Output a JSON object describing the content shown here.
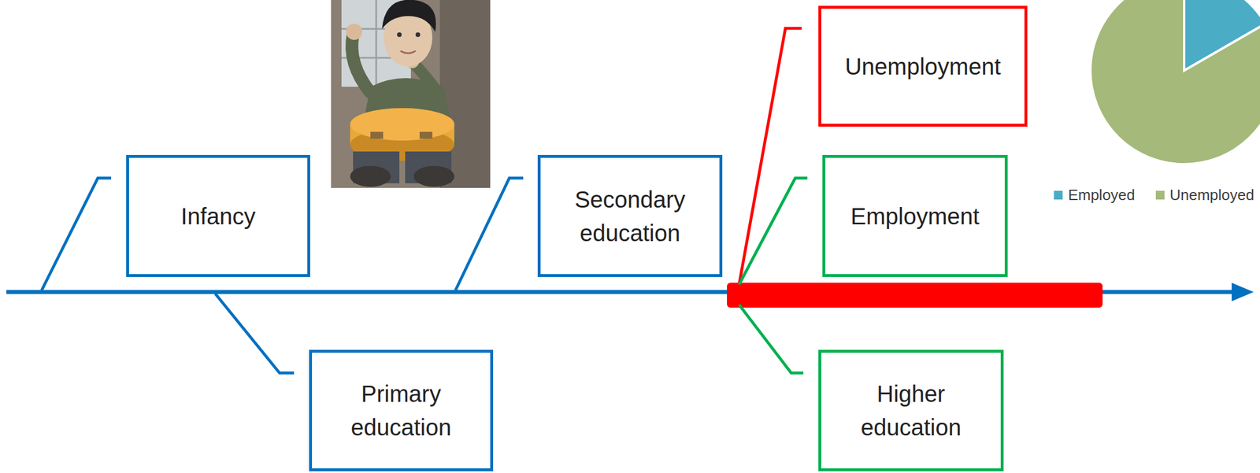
{
  "diagram": {
    "nodes": [
      {
        "text": [
          "Infancy"
        ]
      },
      {
        "text": [
          "Primary education"
        ]
      },
      {
        "text": [
          "Secondary education"
        ]
      },
      {
        "text": [
          "Unemployment"
        ]
      },
      {
        "text": [
          "Employment"
        ]
      },
      {
        "text": [
          "Higher education"
        ]
      }
    ],
    "legend": [
      {
        "text": "Employed",
        "color": "#4bacc6"
      },
      {
        "text": "Unemployed",
        "color": "#a5b97a"
      }
    ]
  }
}
